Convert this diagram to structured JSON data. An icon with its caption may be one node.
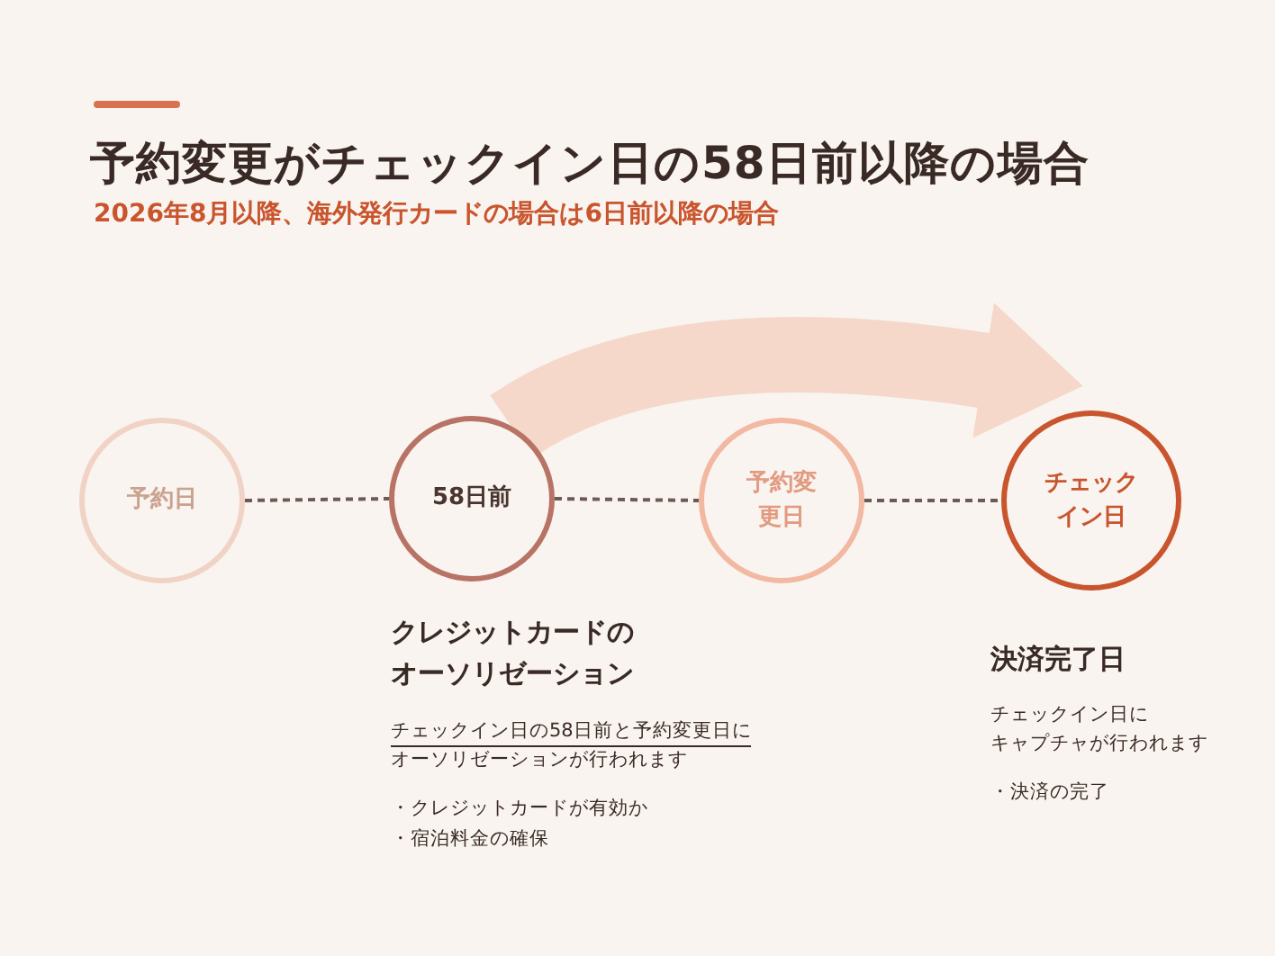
{
  "diagram": {
    "title": "予約変更がチェックイン日の58日前以降の場合",
    "caption": "2026年8月以降、海外発行カードの場合は6日前以降の場合",
    "nodes": [
      {
        "text": [
          "予約日"
        ]
      },
      {
        "text": [
          "58日前"
        ],
        "beside": [
          "クレジットカードのオーソリゼーション",
          "チェックイン日の58日前と予約変更日に",
          "オーソリゼーションが行われます",
          "・クレジットカードが有効か",
          "・宿泊料金の確保"
        ]
      },
      {
        "text": [
          "予約変更日"
        ]
      },
      {
        "text": [
          "チェックイン日"
        ],
        "beside": [
          "決済完了日",
          "チェックイン日に",
          "キャプチャが行われます",
          "・決済の完了"
        ]
      }
    ],
    "edges": [
      {
        "from": 0,
        "to": 1,
        "arrow": "none",
        "style": "dashed"
      },
      {
        "from": 1,
        "to": 2,
        "arrow": "none",
        "style": "dashed"
      },
      {
        "from": 2,
        "to": 3,
        "arrow": "none",
        "style": "dashed"
      },
      {
        "from": 1,
        "to": 3,
        "arrow": "to",
        "style": "thick",
        "color": "#f5d8ca"
      }
    ]
  }
}
